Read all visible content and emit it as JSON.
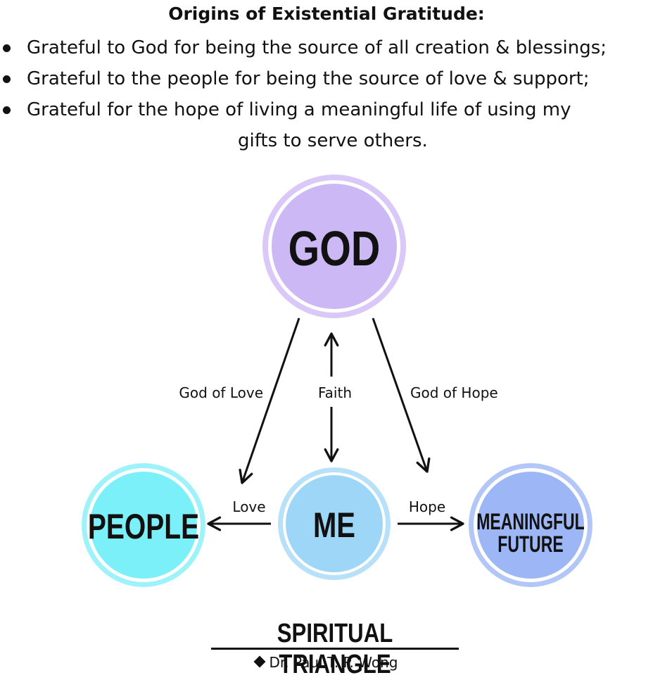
{
  "header": {
    "title": "Origins of Existential Gratitude:",
    "bullets": [
      "Grateful to God for being the source of all creation & blessings;",
      "Grateful to the people for being the source of love & support;",
      "Grateful for the hope of living a meaningful life of using my"
    ],
    "bullet_continuation": "gifts to serve others."
  },
  "diagram": {
    "nodes": {
      "god": {
        "label": "GOD",
        "fill": "#cdb8f6",
        "ring": "#d9c8f8"
      },
      "people": {
        "label": "PEOPLE",
        "fill": "#7cf0f8",
        "ring": "#9df3f9"
      },
      "me": {
        "label": "ME",
        "fill": "#9dd6f6",
        "ring": "#b6e1f8"
      },
      "future_line1": "MEANINGFUL",
      "future_line2": "FUTURE",
      "future": {
        "fill": "#9db6f6",
        "ring": "#b3c6f8"
      }
    },
    "edges": {
      "god_people": "God of Love",
      "god_me": "Faith",
      "god_future": "God of Hope",
      "me_people": "Love",
      "me_future": "Hope"
    }
  },
  "footer": {
    "title": "SPIRITUAL TRIANGLE",
    "author": "Dr. Paul T. P. Wong"
  }
}
